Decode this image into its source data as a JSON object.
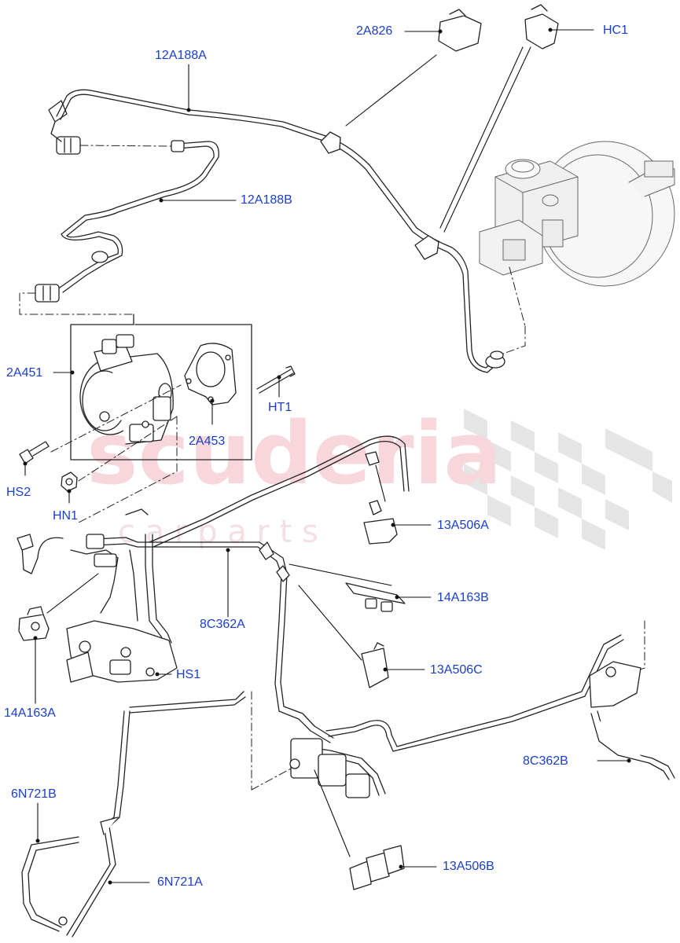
{
  "diagram": {
    "watermark": {
      "brand": "scuderia",
      "tagline": "c a r   p a r t s"
    },
    "callouts": [
      {
        "id": "12A188A",
        "label": "12A188A"
      },
      {
        "id": "2A826",
        "label": "2A826"
      },
      {
        "id": "HC1",
        "label": "HC1"
      },
      {
        "id": "12A188B",
        "label": "12A188B"
      },
      {
        "id": "2A451",
        "label": "2A451"
      },
      {
        "id": "HT1",
        "label": "HT1"
      },
      {
        "id": "2A453",
        "label": "2A453"
      },
      {
        "id": "HS2",
        "label": "HS2"
      },
      {
        "id": "HN1",
        "label": "HN1"
      },
      {
        "id": "13A506A",
        "label": "13A506A"
      },
      {
        "id": "14A163B",
        "label": "14A163B"
      },
      {
        "id": "8C362A",
        "label": "8C362A"
      },
      {
        "id": "13A506C",
        "label": "13A506C"
      },
      {
        "id": "HS1",
        "label": "HS1"
      },
      {
        "id": "14A163A",
        "label": "14A163A"
      },
      {
        "id": "8C362B",
        "label": "8C362B"
      },
      {
        "id": "6N721B",
        "label": "6N721B"
      },
      {
        "id": "6N721A",
        "label": "6N721A"
      },
      {
        "id": "13A506B",
        "label": "13A506B"
      }
    ]
  }
}
